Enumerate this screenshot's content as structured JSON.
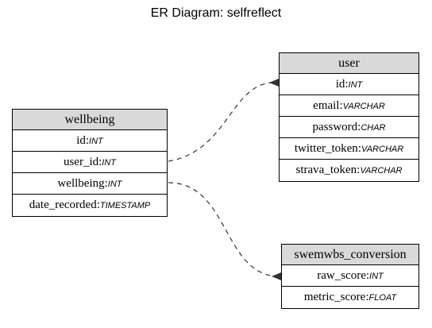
{
  "title": "ER Diagram: selfreflect",
  "entities": {
    "user": {
      "name": "user",
      "fields": [
        {
          "name": "id",
          "type": "INT"
        },
        {
          "name": "email",
          "type": "VARCHAR"
        },
        {
          "name": "password",
          "type": "CHAR"
        },
        {
          "name": "twitter_token",
          "type": "VARCHAR"
        },
        {
          "name": "strava_token",
          "type": "VARCHAR"
        }
      ]
    },
    "wellbeing": {
      "name": "wellbeing",
      "fields": [
        {
          "name": "id",
          "type": "INT"
        },
        {
          "name": "user_id",
          "type": "INT"
        },
        {
          "name": "wellbeing",
          "type": "INT"
        },
        {
          "name": "date_recorded",
          "type": "TIMESTAMP"
        }
      ]
    },
    "swemwbs_conversion": {
      "name": "swemwbs_conversion",
      "fields": [
        {
          "name": "raw_score",
          "type": "INT"
        },
        {
          "name": "metric_score",
          "type": "FLOAT"
        }
      ]
    }
  }
}
